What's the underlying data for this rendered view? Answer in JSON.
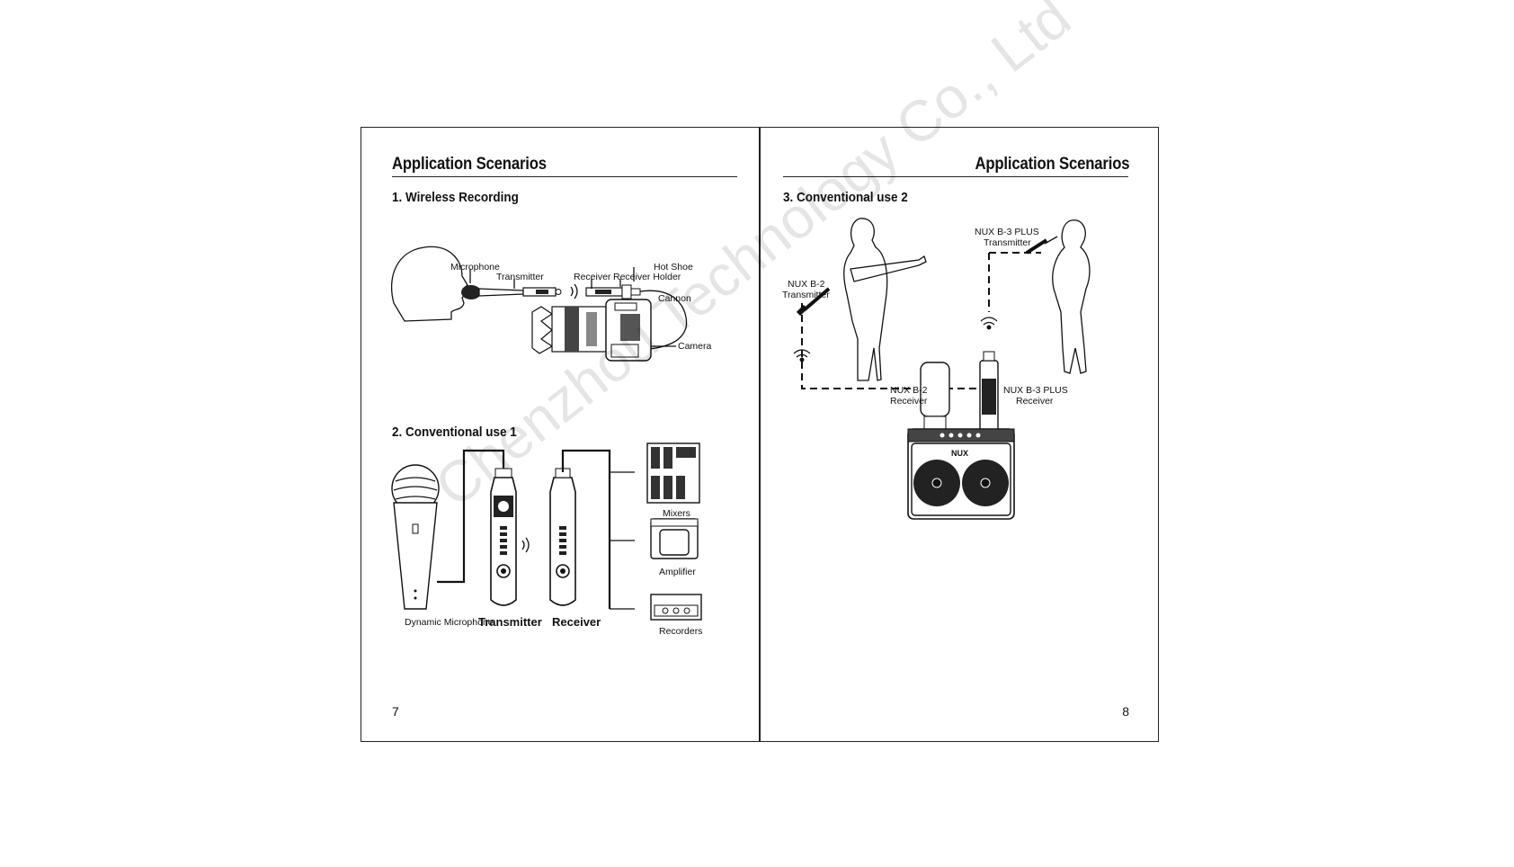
{
  "left_page": {
    "header": "Application Scenarios",
    "section1": {
      "title": "1. Wireless Recording",
      "labels": {
        "microphone": "Microphone",
        "transmitter": "Transmitter",
        "receiver": "Receiver",
        "hot_shoe": "Hot Shoe",
        "receiver_holder": "Receiver Holder",
        "cannon": "Cannon",
        "camera": "Camera"
      }
    },
    "section2": {
      "title": "2. Conventional use 1",
      "labels": {
        "dynamic_microphone": "Dynamic Microphone",
        "transmitter": "Transmitter",
        "receiver": "Receiver",
        "mixers": "Mixers",
        "amplifier": "Amplifier",
        "recorders": "Recorders"
      }
    },
    "page_number": "7"
  },
  "right_page": {
    "header": "Application Scenarios",
    "section3": {
      "title": "3. Conventional use 2",
      "labels": {
        "b2_tx_line1": "NUX B-2",
        "b2_tx_line2": "Transmitter",
        "b3_tx_line1": "NUX B-3 PLUS",
        "b3_tx_line2": "Transmitter",
        "b2_rx_line1": "NUX B-2",
        "b2_rx_line2": "Receiver",
        "b3_rx_line1": "NUX B-3 PLUS",
        "b3_rx_line2": "Receiver",
        "amp_brand": "NUX"
      }
    },
    "page_number": "8"
  },
  "watermark": "Chenzhou Technology Co., Ltd"
}
